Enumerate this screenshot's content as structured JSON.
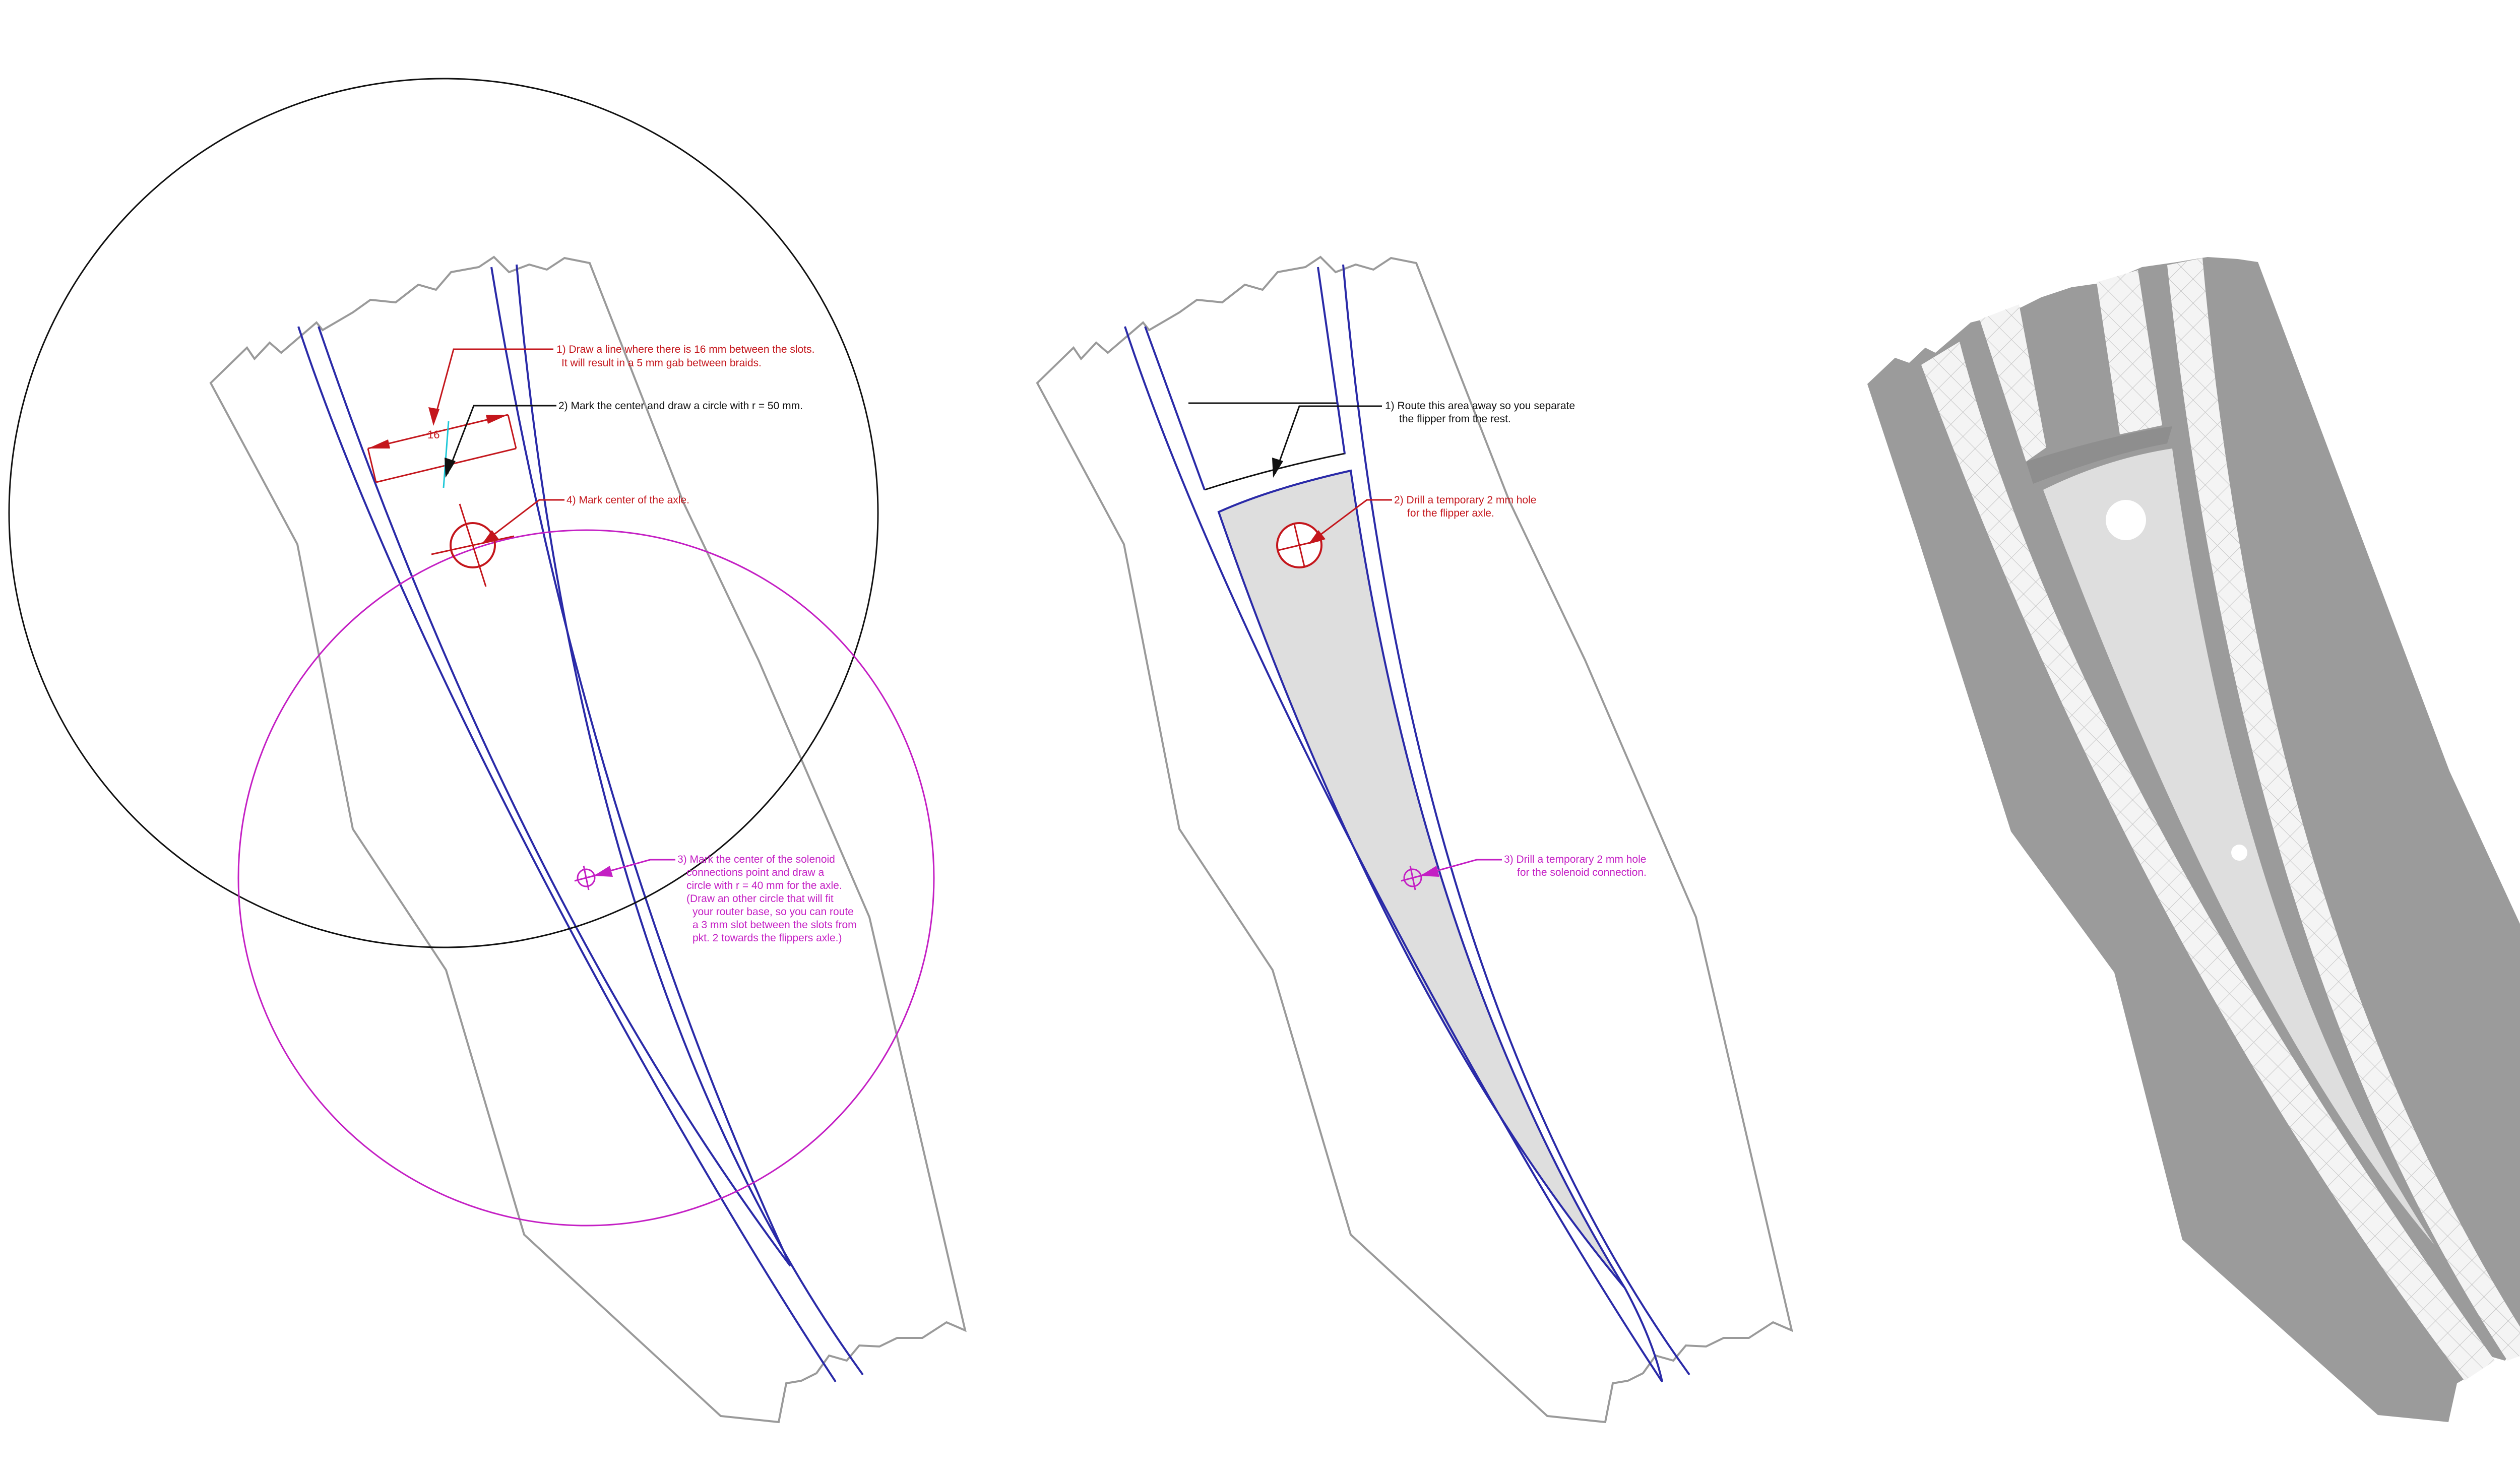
{
  "panels": [
    {
      "id": "layout",
      "dimension": {
        "value": "16"
      },
      "notes": [
        {
          "id": "p1-note-1",
          "lines": [
            "1) Draw a line where there is 16 mm between the slots.",
            "It will result in a 5 mm gab between braids."
          ],
          "color": "red"
        },
        {
          "id": "p1-note-2",
          "lines": [
            "2) Mark the center and draw a circle with r = 50 mm."
          ],
          "color": "black"
        },
        {
          "id": "p1-note-4",
          "lines": [
            "4) Mark center of the axle."
          ],
          "color": "red"
        },
        {
          "id": "p1-note-3",
          "lines": [
            "3) Mark the center of the solenoid",
            "connections point and draw a",
            "circle with r = 40 mm for the axle.",
            "(Draw an other circle that will fit",
            "your router base, so you can route",
            "a 3 mm slot between the slots from",
            "pkt. 2 towards the flippers axle.)"
          ],
          "color": "magenta"
        }
      ]
    },
    {
      "id": "routing",
      "notes": [
        {
          "id": "p2-note-1",
          "lines": [
            "1) Route this area away so you separate",
            "the flipper from the rest."
          ],
          "color": "black"
        },
        {
          "id": "p2-note-2",
          "lines": [
            "2) Drill a temporary 2 mm hole",
            "for the flipper axle."
          ],
          "color": "red"
        },
        {
          "id": "p2-note-3",
          "lines": [
            "3) Drill a temporary 2 mm hole",
            "for the solenoid connection."
          ],
          "color": "magenta"
        }
      ]
    },
    {
      "id": "result"
    }
  ],
  "colors": {
    "outline": "#9a9a9a",
    "slot": "#2a2aa8",
    "red": "#c4161c",
    "black": "#111111",
    "magenta": "#c41fc4",
    "cyan": "#1ec8d8",
    "flipper_fill": "#dedede",
    "board_fill": "#9b9b9b",
    "braid_fill": "#f2f2f2"
  }
}
